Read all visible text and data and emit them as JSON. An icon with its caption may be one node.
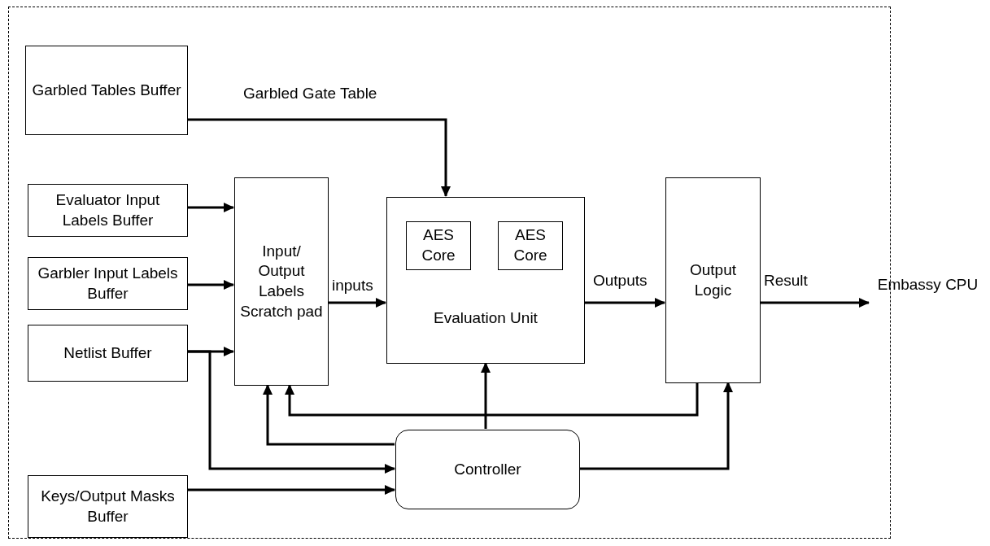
{
  "diagram": {
    "nodes": [
      {
        "text": [],
        "shape": "box"
      },
      {
        "text": [
          "Garbled Tables Buffer"
        ],
        "in": 0
      },
      {
        "text": [
          "Evaluator Input Labels Buffer"
        ],
        "in": 0
      },
      {
        "text": [
          "Garbler Input Labels Buffer"
        ],
        "in": 0
      },
      {
        "text": [
          "Netlist Buffer"
        ],
        "in": 0
      },
      {
        "text": [
          "Keys/Output Masks Buffer"
        ],
        "in": 0
      },
      {
        "text": [
          "Input/ Output Labels Scratch pad"
        ],
        "in": 0
      },
      {
        "text": [
          "Evaluation Unit"
        ],
        "in": 0
      },
      {
        "text": [
          "AES Core"
        ],
        "in": 7
      },
      {
        "text": [
          "AES Core"
        ],
        "in": 7
      },
      {
        "text": [
          "Output Logic"
        ],
        "in": 0
      },
      {
        "text": [
          "Controller"
        ],
        "in": 0
      },
      {
        "text": [
          "Embassy CPU"
        ]
      }
    ],
    "edges": [
      {
        "from": 1,
        "to": 7,
        "arrow": "to",
        "label": "Garbled Gate Table"
      },
      {
        "from": 2,
        "to": 6,
        "arrow": "to"
      },
      {
        "from": 3,
        "to": 6,
        "arrow": "to"
      },
      {
        "from": 4,
        "to": 6,
        "arrow": "to"
      },
      {
        "from": 4,
        "to": 11,
        "arrow": "to"
      },
      {
        "from": 5,
        "to": 11,
        "arrow": "to"
      },
      {
        "from": 6,
        "to": 7,
        "arrow": "to",
        "label": "inputs"
      },
      {
        "from": 7,
        "to": 10,
        "arrow": "to",
        "label": "Outputs"
      },
      {
        "from": 10,
        "to": 12,
        "arrow": "to",
        "label": "Result"
      },
      {
        "from": 11,
        "to": 6,
        "arrow": "to"
      },
      {
        "from": 10,
        "to": 6,
        "arrow": "to"
      },
      {
        "from": 11,
        "to": 7,
        "arrow": "to"
      },
      {
        "from": 11,
        "to": 10,
        "arrow": "to"
      }
    ]
  }
}
